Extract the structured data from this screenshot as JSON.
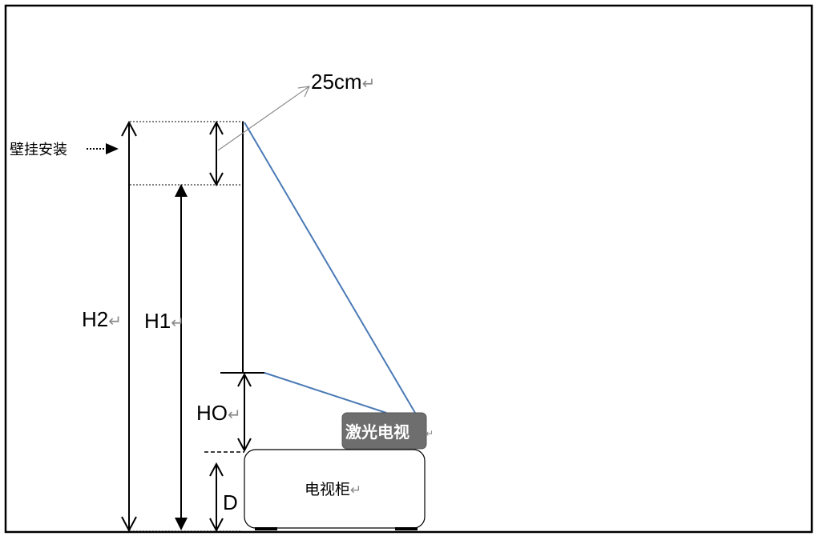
{
  "labels": {
    "wall_mount": "壁挂安装",
    "dim_25": "25cm",
    "h2": "H2",
    "h1": "H1",
    "ho": "HO",
    "d": "D",
    "laser_tv": "激光电视",
    "tv_cabinet": "电视柜",
    "return_mark": "↵"
  },
  "colors": {
    "line": "#000000",
    "projection": "#4a7ab5",
    "pointer": "#8c8c8c",
    "projector_fill": "#6e6e6e",
    "projector_text": "#ffffff",
    "cabinet_fill": "#ffffff"
  }
}
